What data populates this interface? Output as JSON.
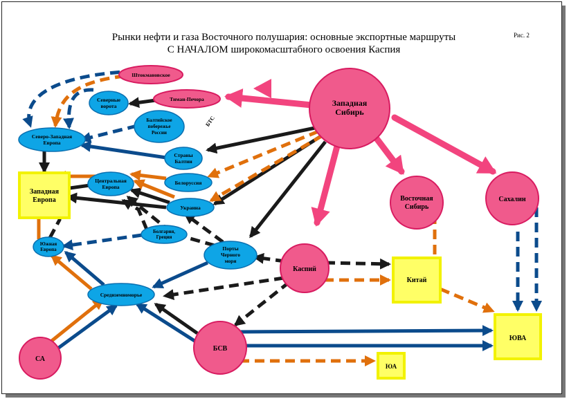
{
  "title": {
    "line1": "Рынки нефти и газа Восточного полушария: основные экспортные маршруты",
    "line2": "С НАЧАЛОМ широкомасштабного освоения Каспия"
  },
  "figure_label": "Рис. 2",
  "colors": {
    "producer_fill": "#f05a8c",
    "producer_stroke": "#d81b60",
    "flow_arrow": "#f2447e",
    "market_fill": "#0ea5e6",
    "market_stroke": "#0a6fb0",
    "target_fill": "#ffff66",
    "target_stroke": "#f2f200",
    "oil_dashed": "#e0700c",
    "pipe_navy": "#0b4b8c",
    "pipe_black": "#1a1a1a"
  },
  "nodes": {
    "zapadnaya_sibir": "Западная Сибирь",
    "vostochnaya_sibir": "Восточная Сибирь",
    "sakhalin": "Сахалин",
    "kaspiy": "Каспий",
    "bsv": "БСВ",
    "sa": "СА",
    "shtokman": "Штокмановское",
    "timan_pechora": "Тиман-Печора",
    "severnye_vorota": "Северные ворота",
    "baltic_coast": "Балтийское побережье России",
    "nw_europe": "Северо-Западная Европа",
    "baltic_states": "Страны Балтии",
    "central_europe": "Центральная Европа",
    "belarus": "Белоруссия",
    "ukraine": "Украина",
    "bulgaria_greece": "Болгария, Греция",
    "black_sea_ports": "Порты Черного моря",
    "south_europe": "Южная Европа",
    "mediterranean": "Средиземноморье",
    "western_europe": "Западная Европа",
    "china": "Китай",
    "yuva": "ЮВА",
    "yua": "ЮА",
    "bts": "БТС"
  }
}
